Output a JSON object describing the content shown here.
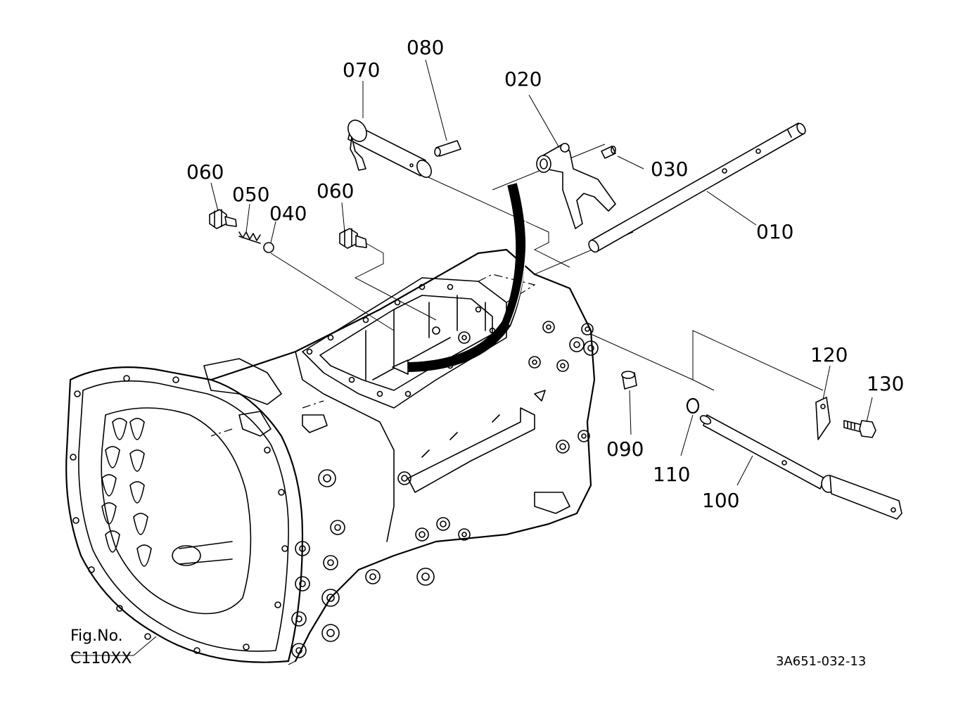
{
  "parts": [
    {
      "id": "010",
      "label": "010"
    },
    {
      "id": "020",
      "label": "020"
    },
    {
      "id": "030",
      "label": "030"
    },
    {
      "id": "040",
      "label": "040"
    },
    {
      "id": "050",
      "label": "050"
    },
    {
      "id": "060a",
      "label": "060"
    },
    {
      "id": "060b",
      "label": "060"
    },
    {
      "id": "070",
      "label": "070"
    },
    {
      "id": "080",
      "label": "080"
    },
    {
      "id": "090",
      "label": "090"
    },
    {
      "id": "100",
      "label": "100"
    },
    {
      "id": "110",
      "label": "110"
    },
    {
      "id": "120",
      "label": "120"
    },
    {
      "id": "130",
      "label": "130"
    }
  ],
  "figure": {
    "fig_no_label": "Fig.No.",
    "fig_no_value": "C110XX",
    "drawing_number": "3A651-032-13"
  }
}
